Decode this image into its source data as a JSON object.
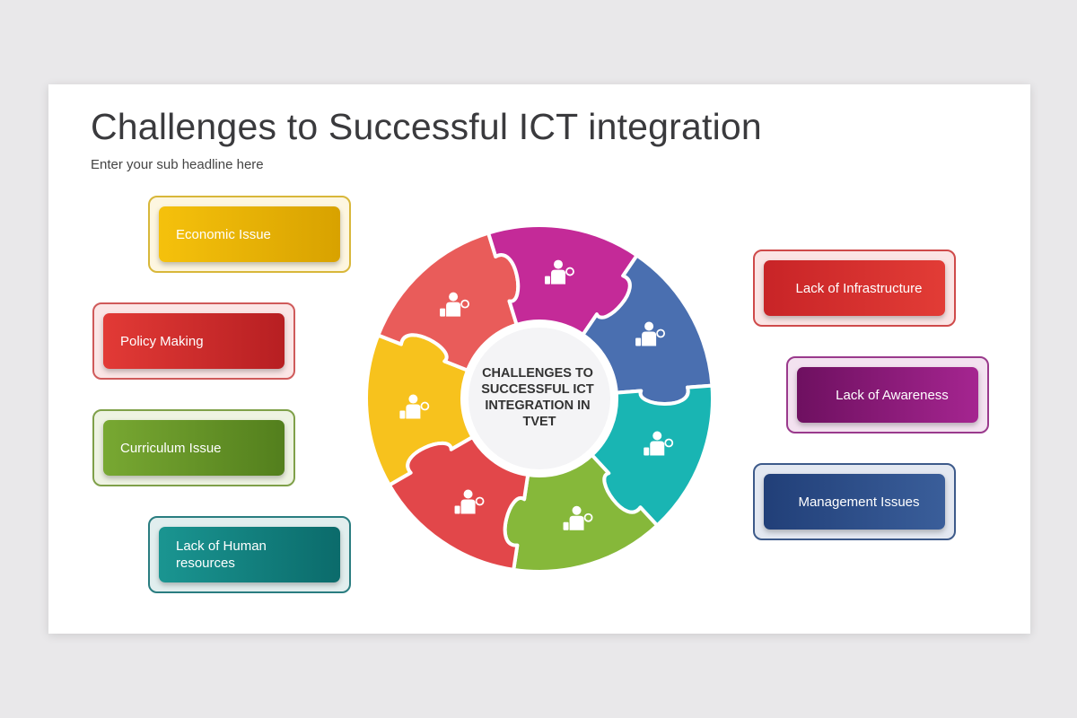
{
  "slide": {
    "title": "Challenges to Successful ICT integration",
    "subtitle": "Enter your sub headline here"
  },
  "center": {
    "lines": [
      "CHALLENGES TO",
      "SUCCESSFUL ICT",
      "INTEGRATION IN",
      "TVET"
    ]
  },
  "cards": {
    "economic": {
      "label": "Economic Issue",
      "color": "#e6b000"
    },
    "policy": {
      "label": "Policy Making",
      "color": "#d0312d"
    },
    "curriculum": {
      "label": "Curriculum Issue",
      "color": "#6a9a2a"
    },
    "human": {
      "label": "Lack of Human resources",
      "color": "#11807f"
    },
    "infrastructure": {
      "label": "Lack of Infrastructure",
      "color": "#c8282a"
    },
    "awareness": {
      "label": "Lack of Awareness",
      "color": "#8c1a78"
    },
    "management": {
      "label": "Management Issues",
      "color": "#2c4c86"
    }
  },
  "wheel_segments": [
    {
      "name": "segment-economic",
      "icon": "businessman-money-icon",
      "color": "#f7c21d"
    },
    {
      "name": "segment-infrastructure",
      "icon": "team-group-icon",
      "color": "#e95c5a"
    },
    {
      "name": "segment-awareness",
      "icon": "user-network-icon",
      "color": "#c42a98"
    },
    {
      "name": "segment-management",
      "icon": "desk-worker-icon",
      "color": "#4a6fb0"
    },
    {
      "name": "segment-human",
      "icon": "time-worker-icon",
      "color": "#19b5b3"
    },
    {
      "name": "segment-curriculum",
      "icon": "meeting-table-icon",
      "color": "#86b83a"
    },
    {
      "name": "segment-policy",
      "icon": "presentation-meeting-icon",
      "color": "#e2474a"
    }
  ]
}
